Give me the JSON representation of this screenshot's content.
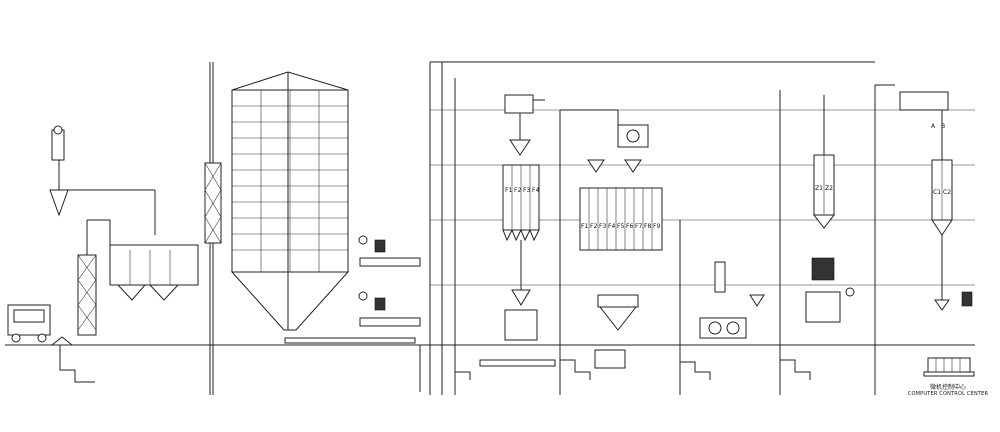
{
  "diagram": {
    "units": [
      "F1",
      "F2",
      "F3",
      "F4",
      "F1",
      "F2",
      "F3",
      "F4",
      "F5",
      "F6",
      "F7",
      "F8",
      "F9",
      "Z1",
      "Z2",
      "C1",
      "C2"
    ],
    "gate_labels": [
      "A",
      "B"
    ]
  },
  "control_center": {
    "label_cn": "微机控制中心",
    "label_en": "COMPUTER CONTROL CENTER"
  },
  "colors": {
    "line": "#222222",
    "background": "#ffffff"
  }
}
